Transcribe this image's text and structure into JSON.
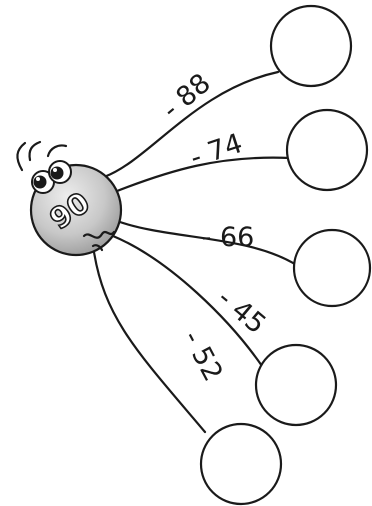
{
  "center": {
    "value": "90",
    "color": "#c8c8c8"
  },
  "branches": [
    {
      "label": "- 88",
      "answer": ""
    },
    {
      "label": "- 74",
      "answer": ""
    },
    {
      "label": "- 66",
      "answer": ""
    },
    {
      "label": "- 45",
      "answer": ""
    },
    {
      "label": "- 52",
      "answer": ""
    }
  ]
}
